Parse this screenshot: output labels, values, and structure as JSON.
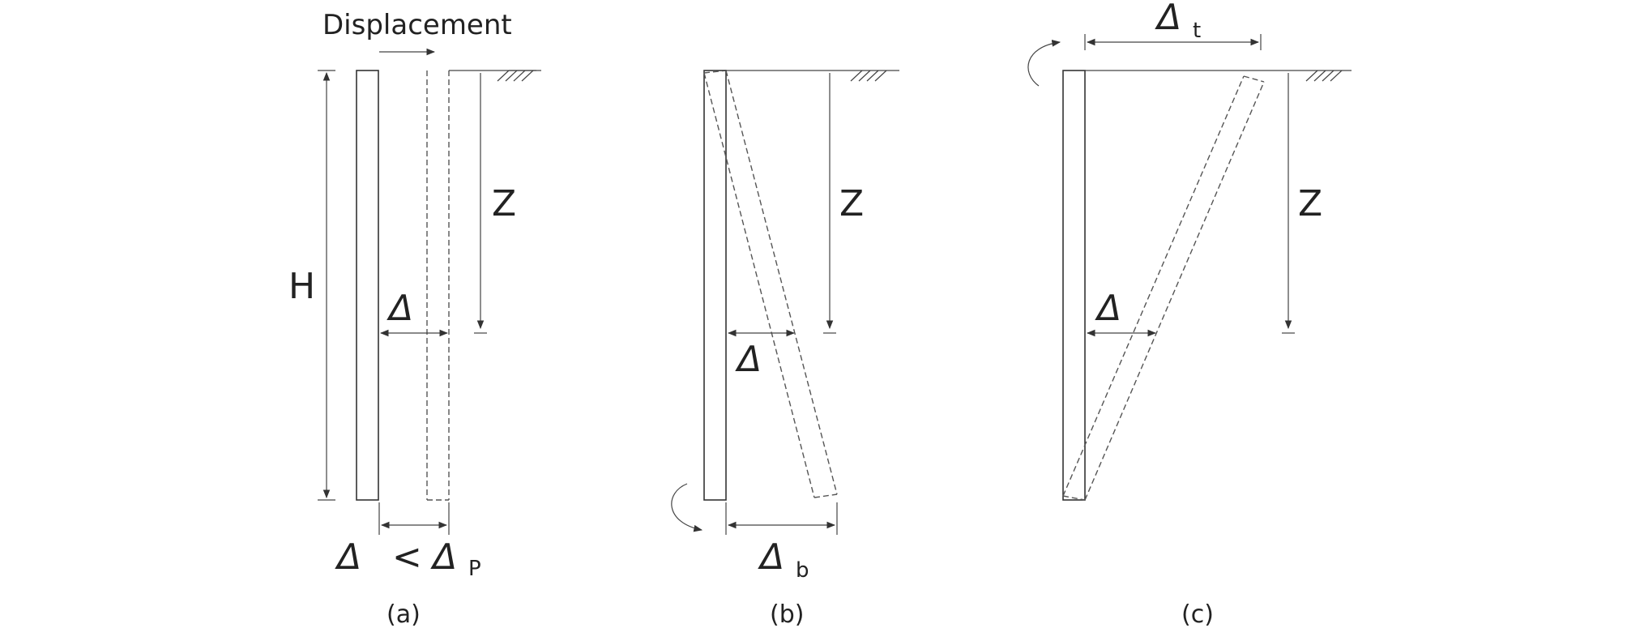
{
  "panel_a": {
    "top_label": "Displacement",
    "height_label": "H",
    "depth_label": "Z",
    "delta_label": "Δ",
    "bottom_delta": "Δ",
    "bottom_lt": "<",
    "bottom_delta_p": "Δ",
    "bottom_p_sub": "P",
    "caption": "(a)"
  },
  "panel_b": {
    "depth_label": "Z",
    "delta_label": "Δ",
    "bottom_delta": "Δ",
    "bottom_sub": "b",
    "caption": "(b)"
  },
  "panel_c": {
    "top_delta": "Δ",
    "top_sub": "t",
    "depth_label": "Z",
    "delta_label": "Δ",
    "caption": "(c)"
  }
}
